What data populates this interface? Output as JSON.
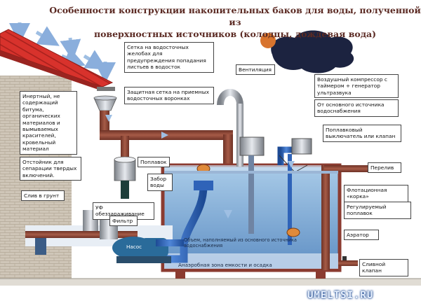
{
  "title_line1": "Особенности конструкции накопительных баков для воды, полученной из",
  "title_line2": "поверхностных источников (колодцы, дождевая вода)",
  "labels": {
    "gutter_mesh": "Сетка на водосточных желобах для предупреждения попадания листьев в водосток",
    "funnel_mesh": "Защитная сетка на приемных водосточных воронках",
    "roof_material": "Инертный, не содержащий битума, органических материалов и вымываемых красителей, кровельный материал",
    "settler": "Отстойник для сепарации твердых включений.",
    "float": "Поплавок",
    "intake": "Забор воды",
    "ground_drain": "Слив в грунт",
    "uv": "УФ обеззараживание",
    "filter": "Фильтр",
    "pump": "Насос",
    "ventilation": "Вентиляция",
    "compressor": "Воздушный компрессор с таймером + генератор ультразвука",
    "main_source": "От основного источника водоснабжения",
    "float_switch": "Поплавковый выключатель или клапан",
    "overflow": "Перелив",
    "flotation_collar": "Флотационная «корка»",
    "adjustable_float": "Регулируемый поплавок",
    "aerator": "Аэратор",
    "volume_note": "Объем, наполняемый из основного источника водоснабжения",
    "anaerobic_zone": "Анаэробная зона емкости и осадка",
    "drain_valve": "Сливной клапан"
  },
  "watermark": "UMELTSI.RU",
  "colors": {
    "roof": "#d8322c",
    "wall": "#c9bfb0",
    "pipe": "#8a4a3a",
    "water": "#8db7dc",
    "blue_pipe": "#2f63b8",
    "arrow": "#9fbfe3"
  },
  "icons": [
    "rain-arrow-icon",
    "sun-icon",
    "cloud-icon"
  ]
}
